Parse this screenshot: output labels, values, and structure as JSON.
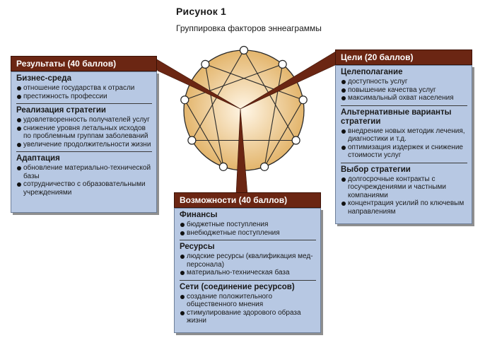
{
  "figure": {
    "title": "Рисунок 1",
    "subtitle": "Группировка факторов эннеаграммы"
  },
  "colors": {
    "box_fill": "#b7c8e3",
    "header_fill": "#6b2613",
    "circle_center": "#fff6e6",
    "circle_edge": "#e3b56c",
    "pointer": "#6b2613"
  },
  "results": {
    "header": "Результаты (40 баллов)",
    "sections": [
      {
        "title": "Бизнес-среда",
        "items": [
          "отношение государства к отрасли",
          "престижность профессии"
        ]
      },
      {
        "title": "Реализация стратегии",
        "items": [
          "удовлетворенность получателей услуг",
          "снижение уровня летальных исходов по проблемным группам заболеваний",
          "увеличение продолжительности жизни"
        ]
      },
      {
        "title": "Адаптация",
        "items": [
          "обновление материально-технической базы",
          "сотрудничество с образовательными учреждениями"
        ]
      }
    ]
  },
  "goals": {
    "header": "Цели (20 баллов)",
    "sections": [
      {
        "title": "Целеполагание",
        "items": [
          "доступность услуг",
          "повышение качества услуг",
          "максимальный охват населения"
        ]
      },
      {
        "title": "Альтернативные варианты стратегии",
        "items": [
          "внедрение новых методик лечения, диагностики и т.д.",
          "оптимизация издержек и снижение стоимости услуг"
        ]
      },
      {
        "title": "Выбор стратегии",
        "items": [
          "долгосрочные контракты с госучреждениями и частными компаниями",
          "концентрация усилий по ключевым направлениям"
        ]
      }
    ]
  },
  "opportunities": {
    "header": "Возможности (40 баллов)",
    "sections": [
      {
        "title": "Финансы",
        "items": [
          "бюджетные поступления",
          "внебюджетные поступления"
        ]
      },
      {
        "title": "Ресурсы",
        "items": [
          "людские ресурсы (квалификация мед-персонала)",
          "материально-техническая база"
        ]
      },
      {
        "title": "Сети (соединение ресурсов)",
        "items": [
          "создание положительного общественного мнения",
          "стимулирование здорового образа жизни"
        ]
      }
    ]
  }
}
